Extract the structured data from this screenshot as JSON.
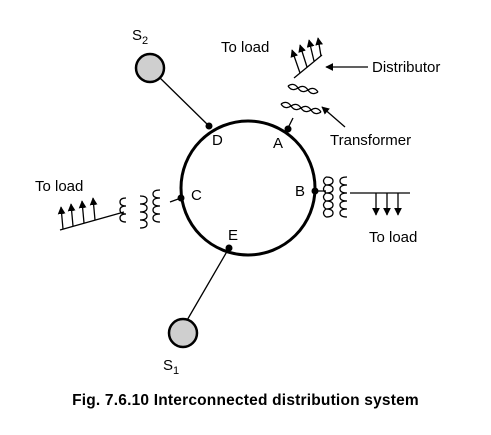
{
  "diagram": {
    "nodes": {
      "A": "A",
      "B": "B",
      "C": "C",
      "D": "D",
      "E": "E"
    },
    "sources": {
      "s1_main": "S",
      "s1_sub": "1",
      "s2_main": "S",
      "s2_sub": "2"
    },
    "labels": {
      "to_load_top": "To load",
      "to_load_left": "To load",
      "to_load_right": "To load",
      "distributor": "Distributor",
      "transformer": "Transformer"
    }
  },
  "caption": "Fig. 7.6.10 Interconnected distribution system"
}
